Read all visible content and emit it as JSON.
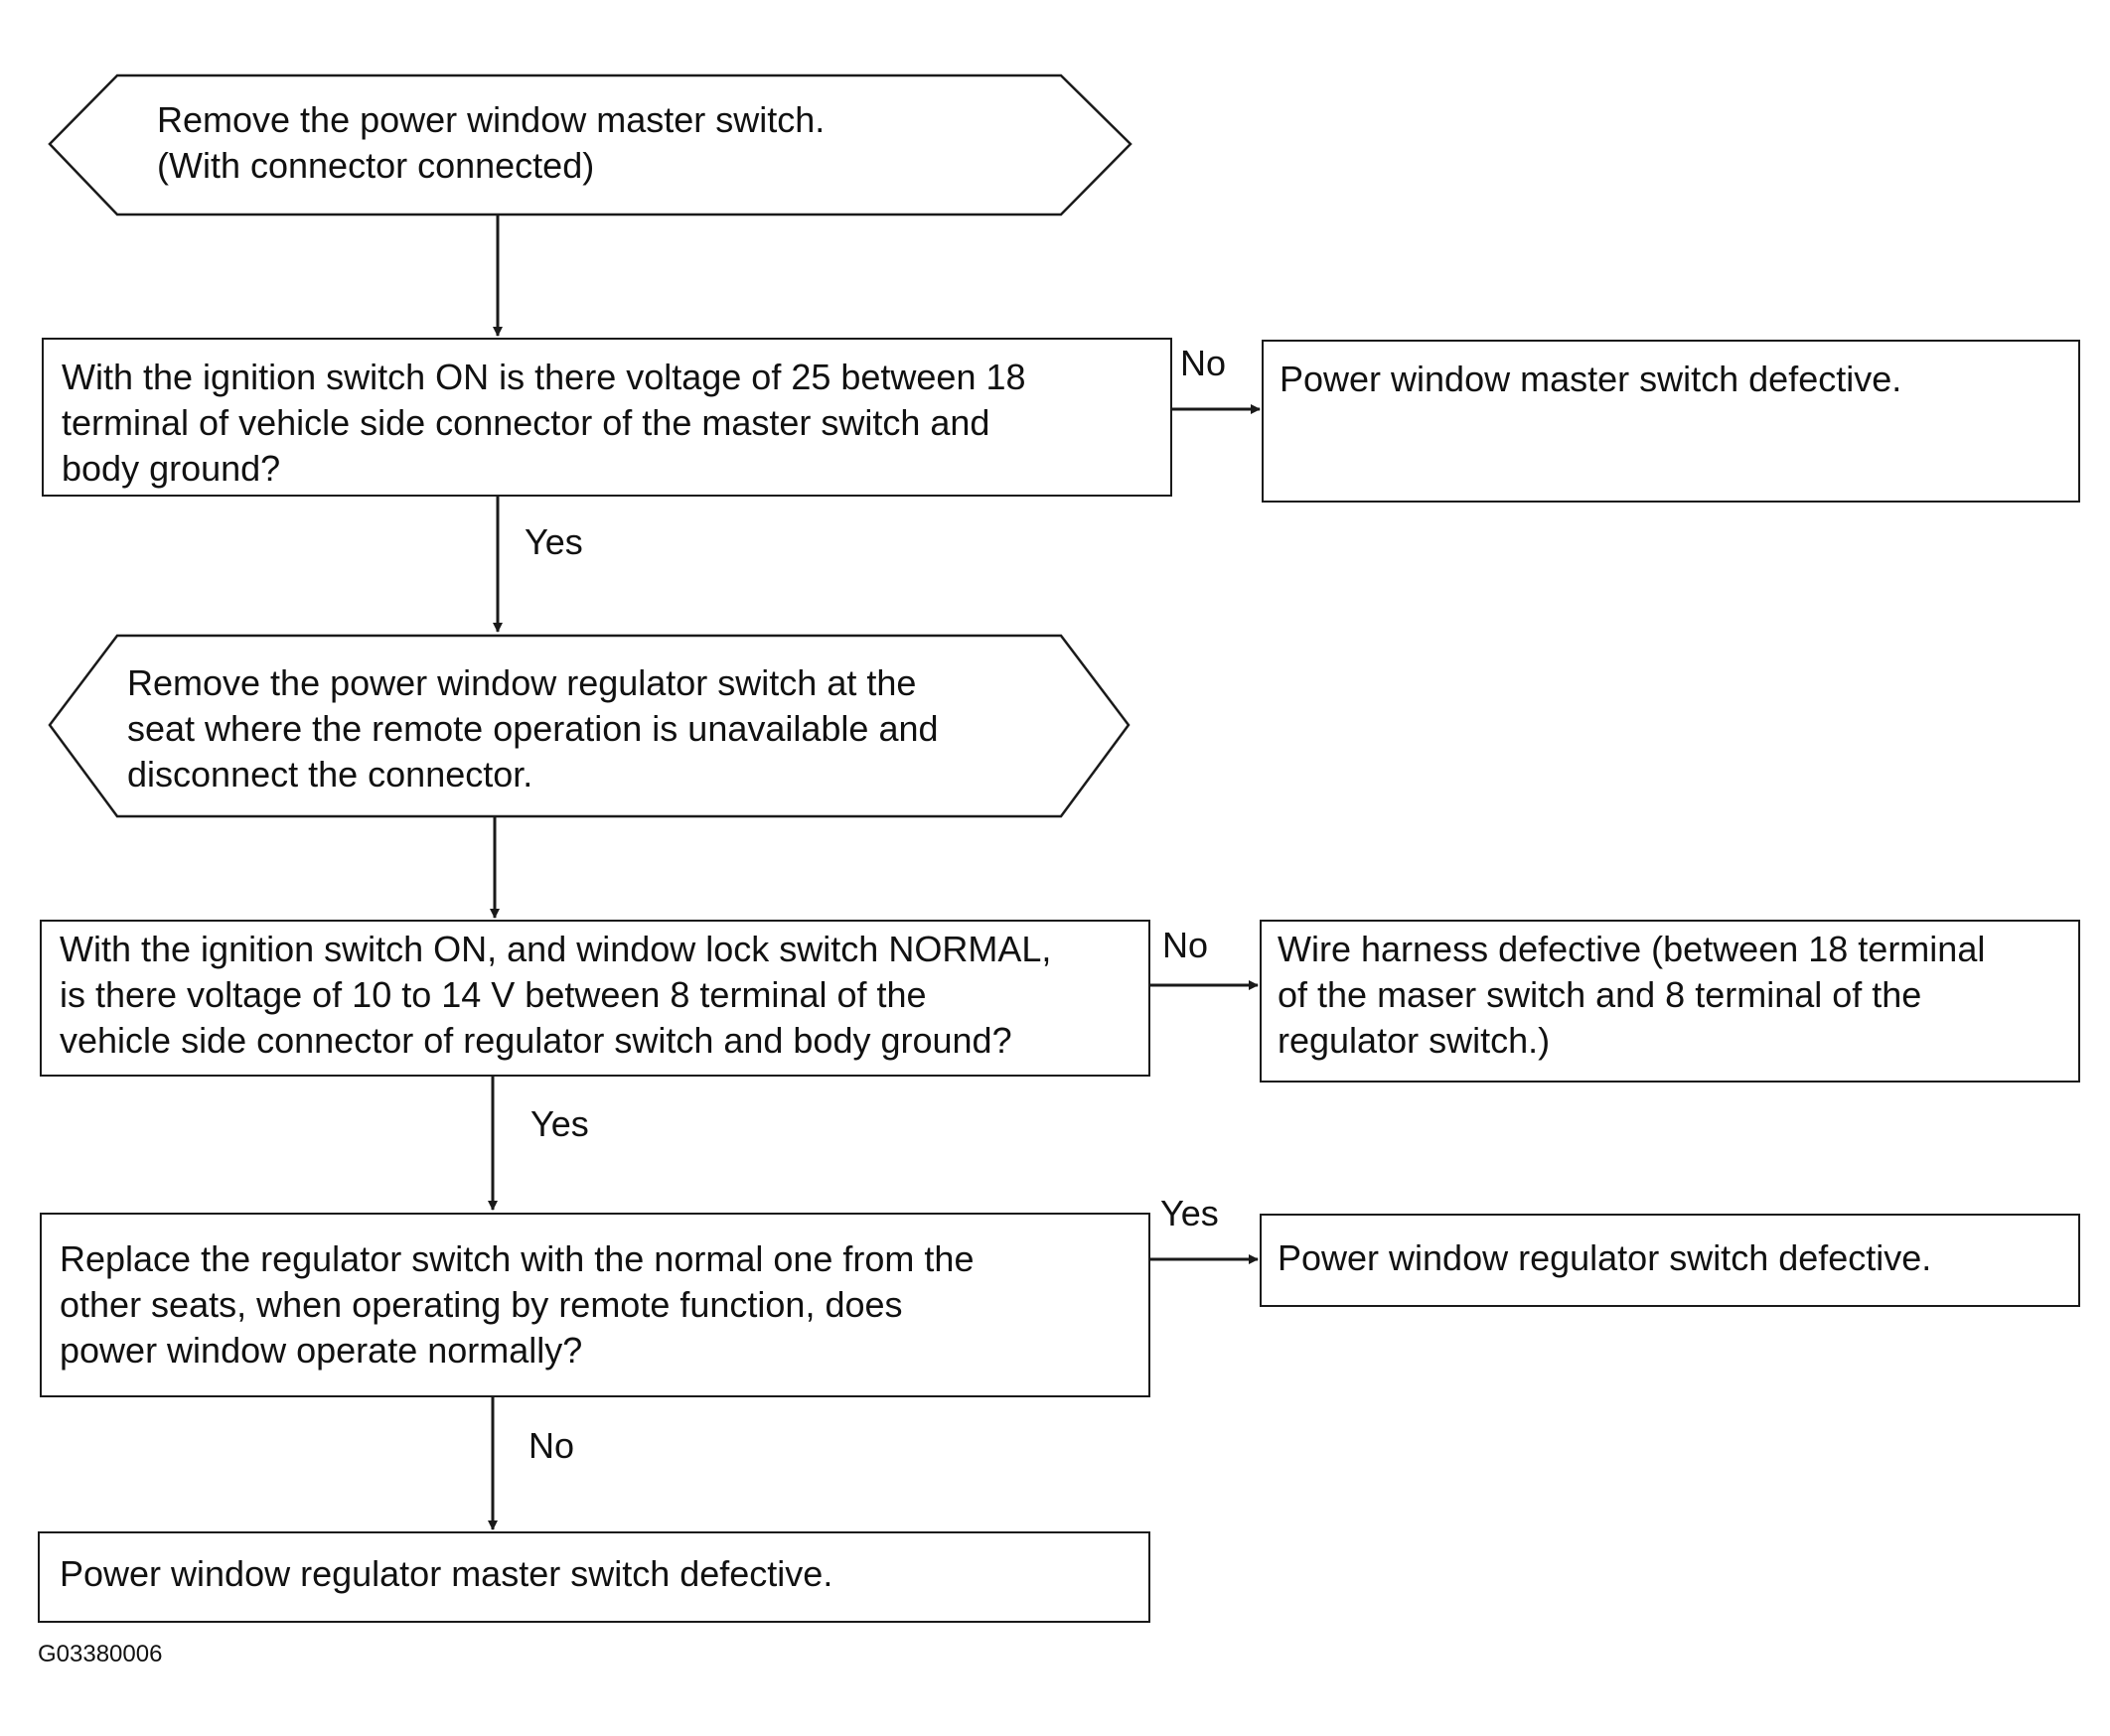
{
  "flowchart": {
    "steps": {
      "remove_master": "Remove the power window master switch.\n(With connector connected)",
      "check_voltage_18": "With the ignition switch ON is there voltage of 25 between 18\nterminal of vehicle side connector of the master switch and\nbody ground?",
      "master_defective": "Power window master switch defective.",
      "remove_regulator": "Remove the power window regulator switch at the\nseat where the remote operation is unavailable and\ndisconnect the connector.",
      "check_voltage_8": "With the ignition switch ON, and window lock switch NORMAL,\nis there voltage of 10 to 14 V between 8 terminal of the\nvehicle side connector of regulator switch and body ground?",
      "harness_defective": "Wire harness defective (between 18 terminal\nof the maser switch and 8 terminal of the\nregulator switch.)",
      "replace_regulator": "Replace the regulator switch with the normal one from the\nother seats, when operating by remote function, does\npower window operate normally?",
      "regulator_defective": "Power window regulator switch defective.",
      "regulator_master_defective": "Power window regulator master switch defective."
    },
    "edge_labels": {
      "q1_no": "No",
      "q1_yes": "Yes",
      "q2_no": "No",
      "q2_yes": "Yes",
      "q3_yes": "Yes",
      "q3_no": "No"
    },
    "figure_id": "G03380006"
  }
}
